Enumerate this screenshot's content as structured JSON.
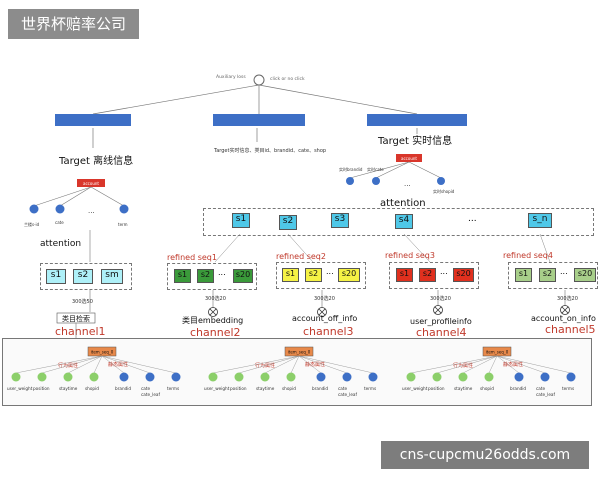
{
  "banner": {
    "title": "世界杯赔率公司"
  },
  "footer_banner": {
    "text": "cns-cupcmu26odds.com"
  },
  "top": {
    "loss_label": "Auxiliary loss",
    "click_label": "click or no click",
    "target_offline": "Target 离线信息",
    "target_realtime": "Target 实时信息",
    "target_realtime_small": "Target实时信息、类目id、brandid、cate、shop",
    "account_box": "account",
    "realtime_box": "account"
  },
  "left_leaves": [
    "兰楼s-id",
    "cate",
    "...",
    "term"
  ],
  "right_leaves": [
    "实时brandid",
    "实时cate",
    "...",
    "实时shopid"
  ],
  "attention_left": "attention",
  "attention_mid": "attention",
  "s_main": [
    "s1",
    "s2",
    "s3",
    "s4",
    "...",
    "s_n"
  ],
  "left_group": [
    "s1",
    "s2",
    "sm"
  ],
  "refined": [
    {
      "label": "refined seq1",
      "cells": [
        "s1",
        "s2",
        "...",
        "s20"
      ],
      "color": "#3a9a3a",
      "pick": "300选20",
      "feature": "类目embedding",
      "channel": "channel2"
    },
    {
      "label": "refined seq2",
      "cells": [
        "s1",
        "s2",
        "...",
        "s20"
      ],
      "color": "#f5f245",
      "pick": "300选20",
      "feature": "account_off_info",
      "channel": "channel3"
    },
    {
      "label": "refined seq3",
      "cells": [
        "s1",
        "s2",
        "...",
        "s20"
      ],
      "color": "#e0301e",
      "pick": "300选20",
      "feature": "user_profileinfo",
      "channel": "channel4"
    },
    {
      "label": "refined seq4",
      "cells": [
        "s1",
        "s2",
        "...",
        "s20"
      ],
      "color": "#a8cf8a",
      "pick": "300选20",
      "feature": "account_on_info",
      "channel": "channel5"
    }
  ],
  "left_pick": "300选50",
  "left_feature": "类目检索",
  "left_channel": "channel1",
  "dots_mid": "......",
  "bottom": {
    "item_box": "item_seq_0",
    "left_branch": "行为属性",
    "right_branch": "静态属性",
    "leaves": [
      "user_weight",
      "position",
      "staytime",
      "shopid",
      "brandid",
      "cate / cate_leaf",
      "terms"
    ]
  },
  "colors": {
    "blue": "#3d6fc6",
    "red": "#d9362b",
    "cyan": "#4fc8e8",
    "green_leaf": "#8ccf6a",
    "orange": "#e8894a"
  }
}
